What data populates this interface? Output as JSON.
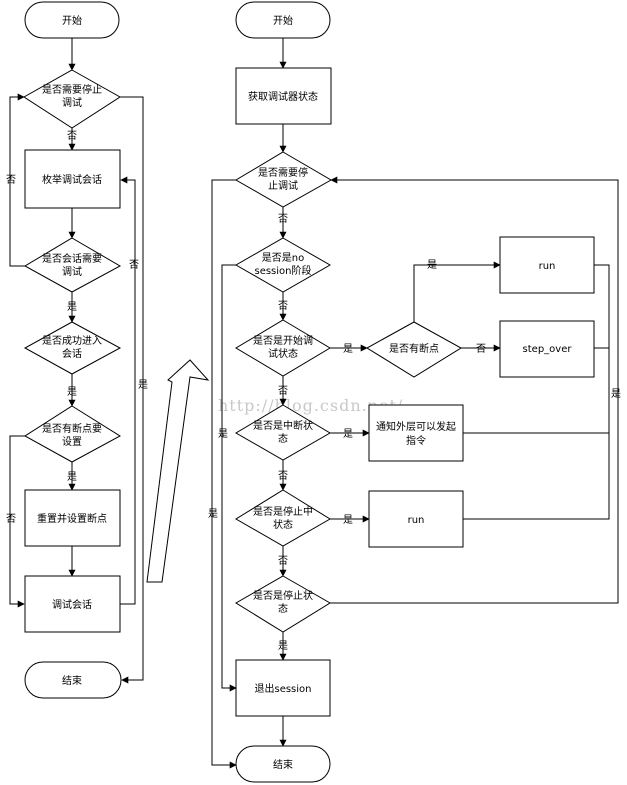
{
  "watermark": "http://blog.csdn.net/",
  "left_flow": {
    "start": "开始",
    "q_stop": [
      "是否需要停止",
      "调试"
    ],
    "enum": "枚举调试会话",
    "q_need": [
      "是否会话需要",
      "调试"
    ],
    "q_enter": [
      "是否成功进入",
      "会话"
    ],
    "q_bp": [
      "是否有断点要",
      "设置"
    ],
    "reset": "重置并设置断点",
    "debug": "调试会话",
    "end": "结束",
    "labels": {
      "no_stop": "否",
      "loop_no": "否",
      "need_yes": "是",
      "enter_yes": "是",
      "bp_yes": "是",
      "bp_no": "否",
      "enter_no": "否",
      "stop_yes": "是"
    }
  },
  "right_flow": {
    "start": "开始",
    "get": "获取调试器状态",
    "q_stop": [
      "是否需要停",
      "止调试"
    ],
    "q_nosess": [
      "是否是no",
      "session阶段"
    ],
    "q_startdbg": [
      "是否是开始调",
      "试状态"
    ],
    "q_hasbp": "是否有断点",
    "run1": "run",
    "step": "step_over",
    "q_break": [
      "是否是中断状",
      "态"
    ],
    "notify": [
      "通知外层可以发起",
      "指令"
    ],
    "q_stopping": [
      "是否是停止中",
      "状态"
    ],
    "run2": "run",
    "q_stopped": [
      "是否是停止状",
      "态"
    ],
    "exit": "退出session",
    "end": "结束",
    "labels": {
      "stop_no": "否",
      "nosess_no": "否",
      "startdbg_no": "否",
      "break_no": "否",
      "stopping_no": "否",
      "stopped_yes": "是",
      "startdbg_yes": "是",
      "hasbp_yes": "是",
      "hasbp_no": "否",
      "break_yes": "是",
      "stopping_yes": "是",
      "nosess_yes": "是",
      "stop_yes": "是",
      "right_yes": "是"
    }
  }
}
